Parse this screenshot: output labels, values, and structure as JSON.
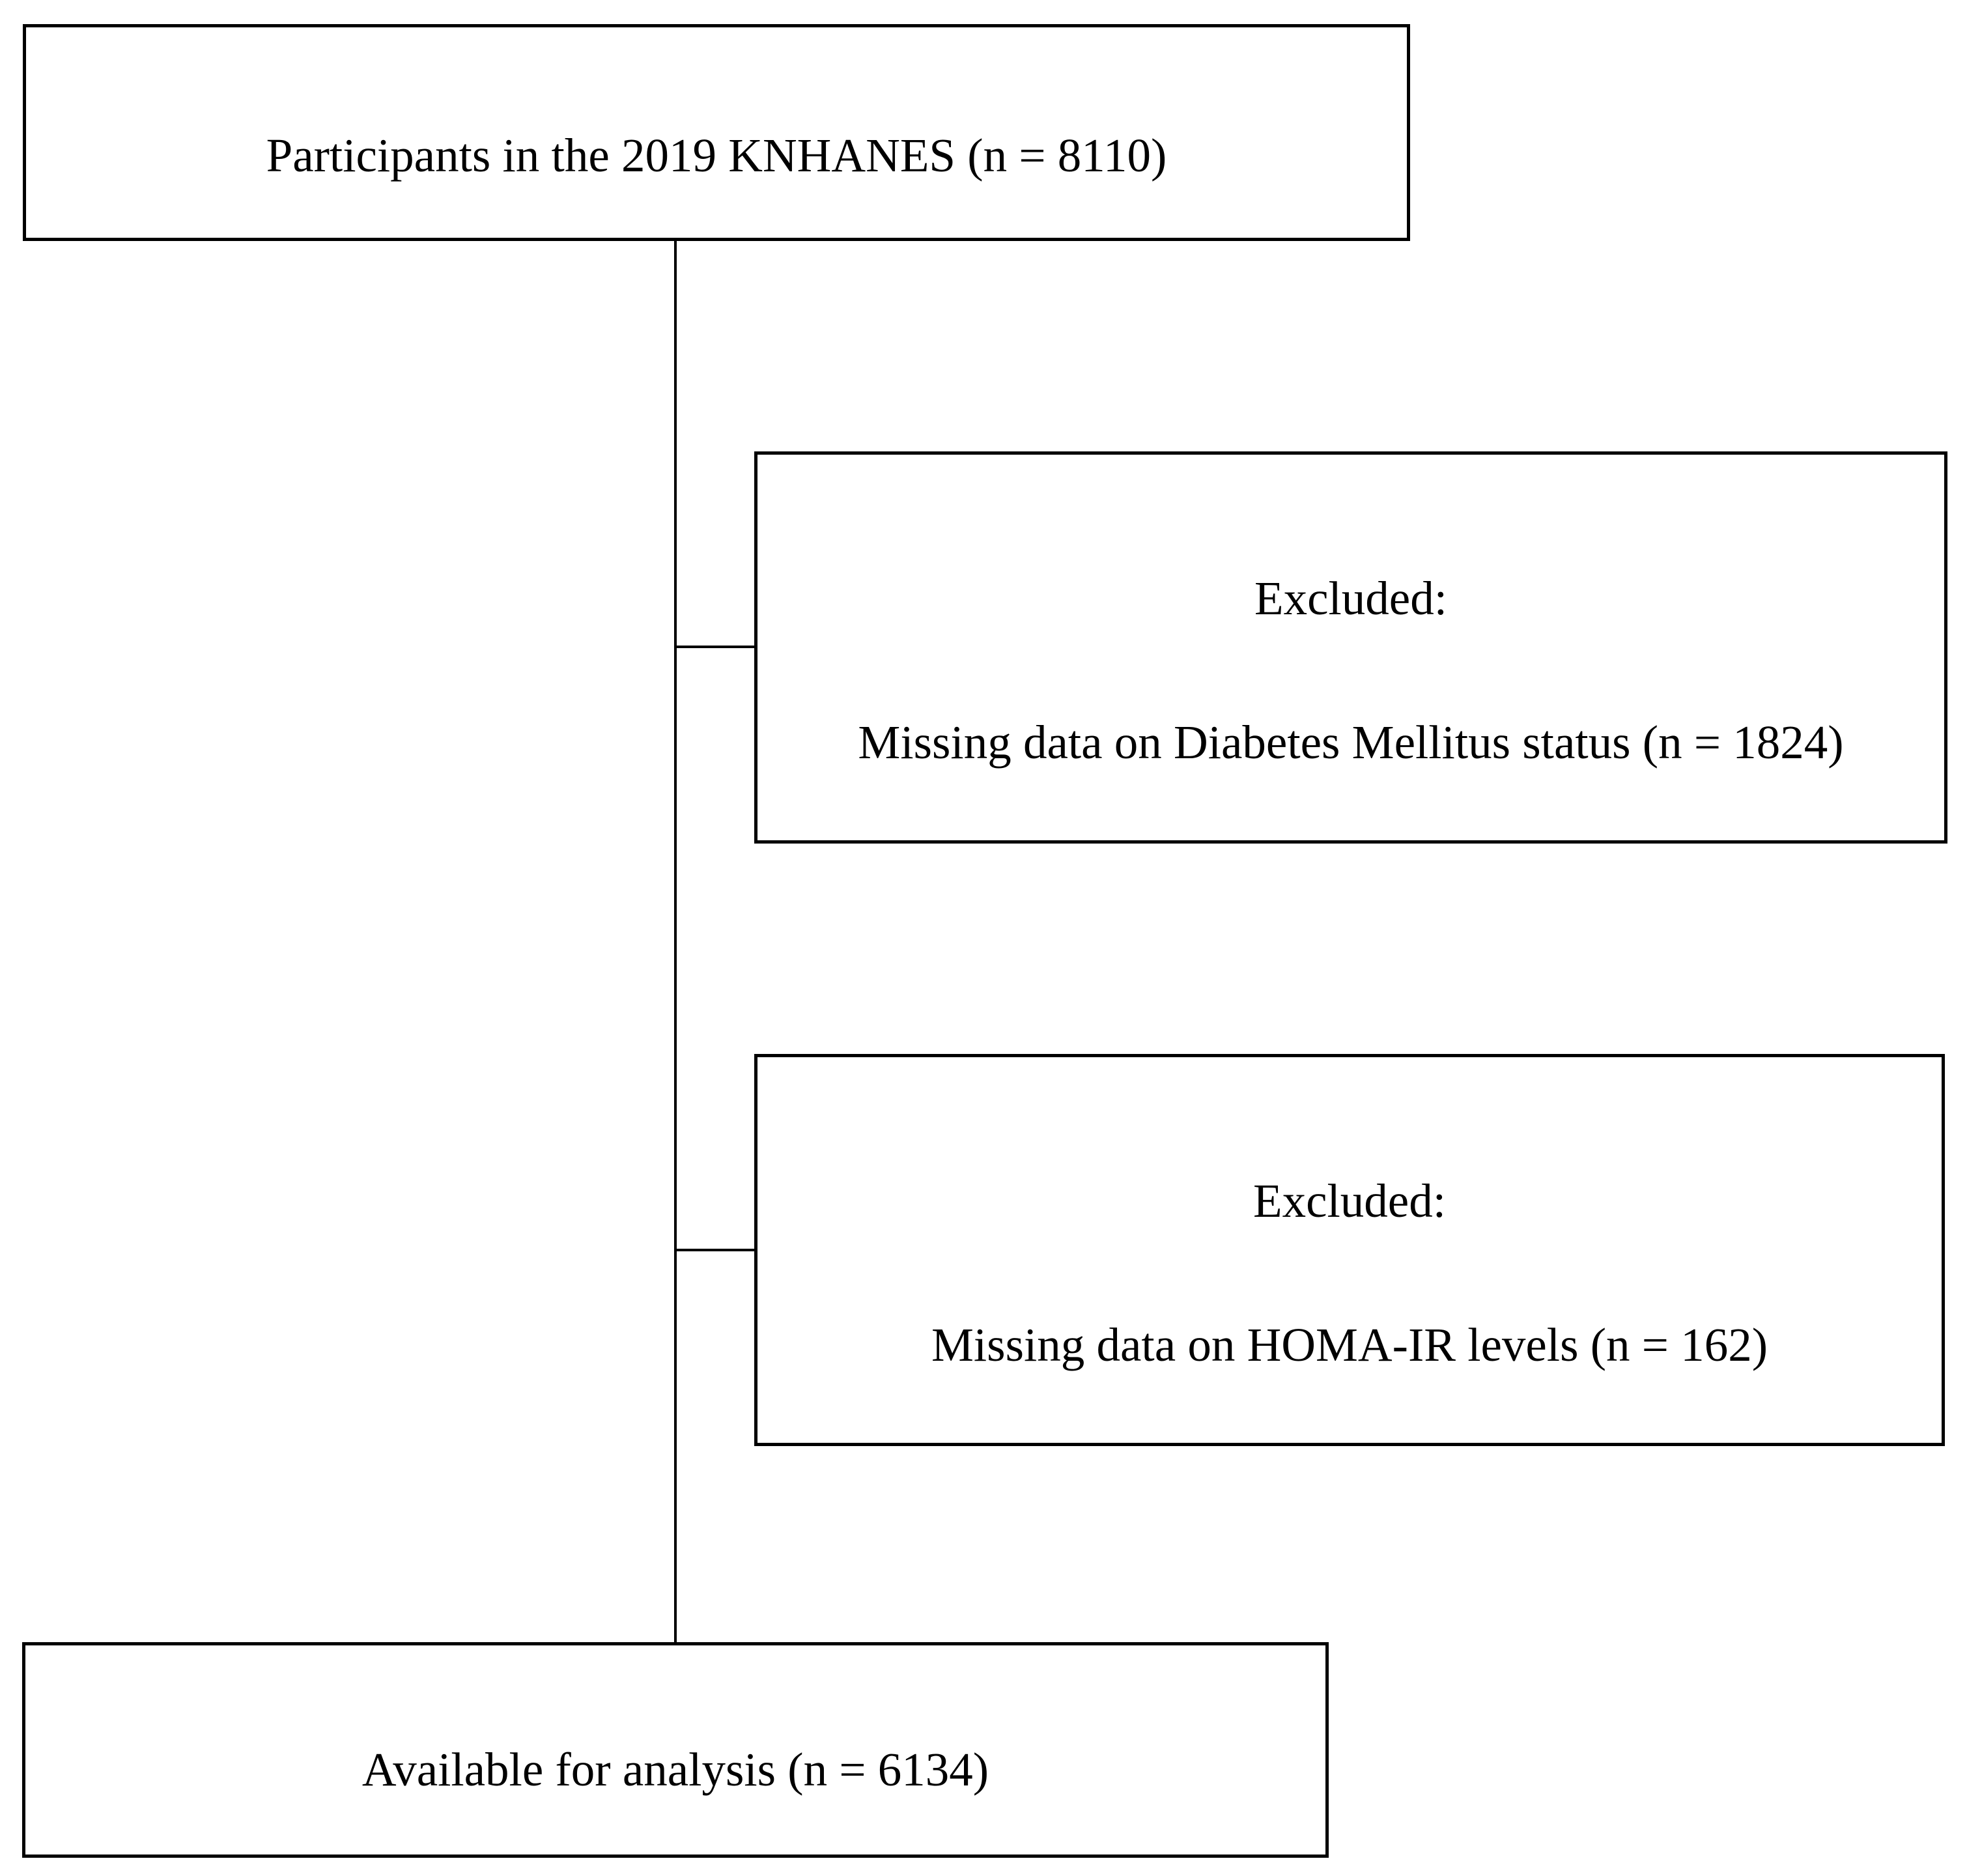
{
  "diagram": {
    "type": "flowchart",
    "background_color": "#ffffff",
    "line_color": "#000000",
    "text_color": "#000000",
    "nodes": {
      "participants": {
        "text": "Participants in the 2019 KNHANES (n = 8110)",
        "n": 8110
      },
      "excluded_dm": {
        "heading": "Excluded:",
        "detail": "Missing data on Diabetes Mellitus status (n = 1824)",
        "n": 1824
      },
      "excluded_homa": {
        "heading": "Excluded:",
        "detail": "Missing data on HOMA-IR levels (n = 162)",
        "n": 162
      },
      "available": {
        "text": "Available for analysis (n = 6134)",
        "n": 6134
      }
    },
    "edges": [
      {
        "from": "participants",
        "to": "available"
      },
      {
        "from": "participants",
        "to": "excluded_dm"
      },
      {
        "from": "participants",
        "to": "excluded_homa"
      }
    ]
  }
}
